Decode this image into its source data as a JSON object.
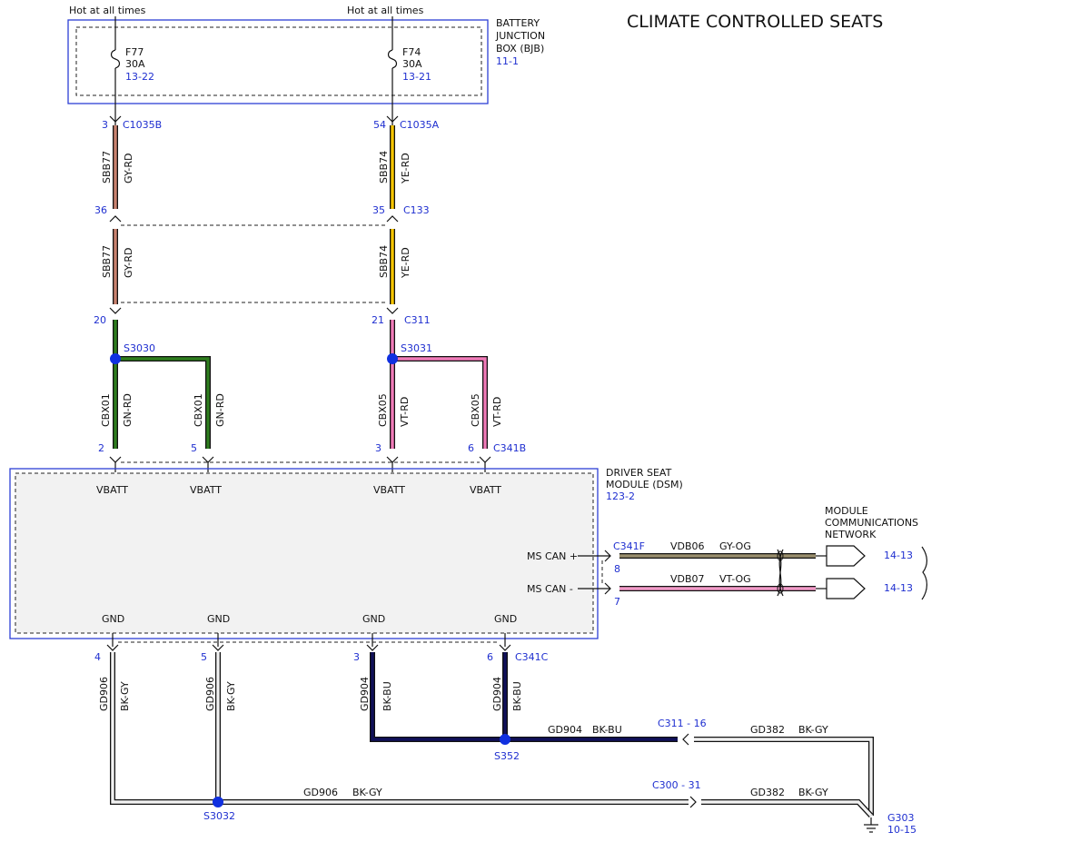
{
  "title": "CLIMATE CONTROLLED SEATS",
  "power": {
    "left_label": "Hot at all times",
    "right_label": "Hot at all times"
  },
  "bjb": {
    "name_line1": "BATTERY",
    "name_line2": "JUNCTION",
    "name_line3": "BOX (BJB)",
    "ref": "11-1",
    "fuse_left": {
      "id": "F77",
      "amps": "30A",
      "ref": "13-22"
    },
    "fuse_right": {
      "id": "F74",
      "amps": "30A",
      "ref": "13-21"
    }
  },
  "connectors": {
    "c1035b": "C1035B",
    "c1035b_pin": "3",
    "c1035a": "C1035A",
    "c1035a_pin": "54",
    "c133": "C133",
    "c133_pin_left": "36",
    "c133_pin_right": "35",
    "c311": "C311",
    "c311_pin_left": "20",
    "c311_pin_right": "21",
    "c341b": "C341B",
    "c341b_pins": [
      "2",
      "5",
      "3",
      "6"
    ],
    "c341c": "C341C",
    "c341c_pins": [
      "4",
      "5",
      "3",
      "6"
    ],
    "c341f": "C341F",
    "c341f_pin_plus": "8",
    "c341f_pin_minus": "7",
    "c311_16": "C311 - 16",
    "c300_31": "C300 - 31"
  },
  "wires": {
    "sbb77": "SBB77",
    "gy_rd": "GY-RD",
    "sbb74": "SBB74",
    "ye_rd": "YE-RD",
    "cbx01": "CBX01",
    "gn_rd": "GN-RD",
    "cbx05": "CBX05",
    "vt_rd": "VT-RD",
    "gd906": "GD906",
    "bk_gy": "BK-GY",
    "gd904": "GD904",
    "bk_bu": "BK-BU",
    "gd382": "GD382",
    "vdb06": "VDB06",
    "gy_og": "GY-OG",
    "vdb07": "VDB07",
    "vt_og": "VT-OG"
  },
  "splices": {
    "s3030": "S3030",
    "s3031": "S3031",
    "s352": "S352",
    "s3032": "S3032"
  },
  "dsm": {
    "name_line1": "DRIVER SEAT",
    "name_line2": "MODULE (DSM)",
    "ref": "123-2",
    "vbatt_labels": [
      "VBATT",
      "VBATT",
      "VBATT",
      "VBATT"
    ],
    "gnd_labels": [
      "GND",
      "GND",
      "GND",
      "GND"
    ],
    "ms_can_plus": "MS CAN +",
    "ms_can_minus": "MS CAN -"
  },
  "network": {
    "line1": "MODULE",
    "line2": "COMMUNICATIONS",
    "line3": "NETWORK",
    "ref_plus": "14-13",
    "ref_minus": "14-13"
  },
  "ground": {
    "id": "G303",
    "ref": "10-15"
  },
  "colors": {
    "frame_blue": "#2d3fd6",
    "label_blue": "#1f2fd0",
    "gray_red_wire": "#c9826f",
    "yellow_red_wire": "#f5c400",
    "green_red_wire": "#2e7d1e",
    "violet_red_wire": "#f07ab8",
    "black_gray_wire": "#f2f2f2",
    "black_blue_wire": "#10105a",
    "gray_orange_wire": "#9a8f6e",
    "violet_orange_wire": "#f29ac8",
    "splice_dot": "#1030e0",
    "module_fill": "#f2f2f2"
  }
}
